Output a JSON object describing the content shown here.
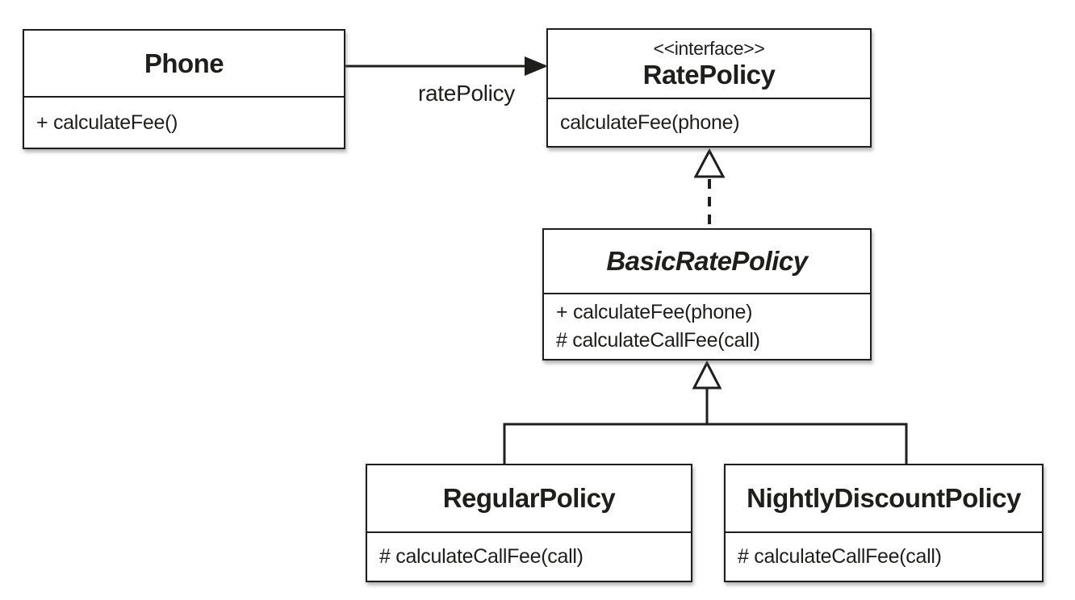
{
  "diagram_type": "uml-class-diagram",
  "colors": {
    "line": "#1e1e1c",
    "text": "#1e1e1c",
    "box_fill": "#ffffff",
    "background": "#ffffff"
  },
  "classes": {
    "phone": {
      "name": "Phone",
      "methods": [
        "+ calculateFee()"
      ]
    },
    "ratePolicy": {
      "stereotype": "<<interface>>",
      "name": "RatePolicy",
      "methods": [
        "calculateFee(phone)"
      ]
    },
    "basicRatePolicy": {
      "name": "BasicRatePolicy",
      "methods": [
        "+ calculateFee(phone)",
        "# calculateCallFee(call)"
      ]
    },
    "regularPolicy": {
      "name": "RegularPolicy",
      "methods": [
        "# calculateCallFee(call)"
      ]
    },
    "nightlyDiscountPolicy": {
      "name": "NightlyDiscountPolicy",
      "methods": [
        "# calculateCallFee(call)"
      ]
    }
  },
  "relationships": {
    "association": {
      "type": "directed-association",
      "from": "Phone",
      "to": "RatePolicy",
      "label": "ratePolicy"
    },
    "realization": {
      "type": "realization",
      "from": "BasicRatePolicy",
      "to": "RatePolicy"
    },
    "generalizations": [
      {
        "type": "generalization",
        "from": "RegularPolicy",
        "to": "BasicRatePolicy"
      },
      {
        "type": "generalization",
        "from": "NightlyDiscountPolicy",
        "to": "BasicRatePolicy"
      }
    ]
  }
}
